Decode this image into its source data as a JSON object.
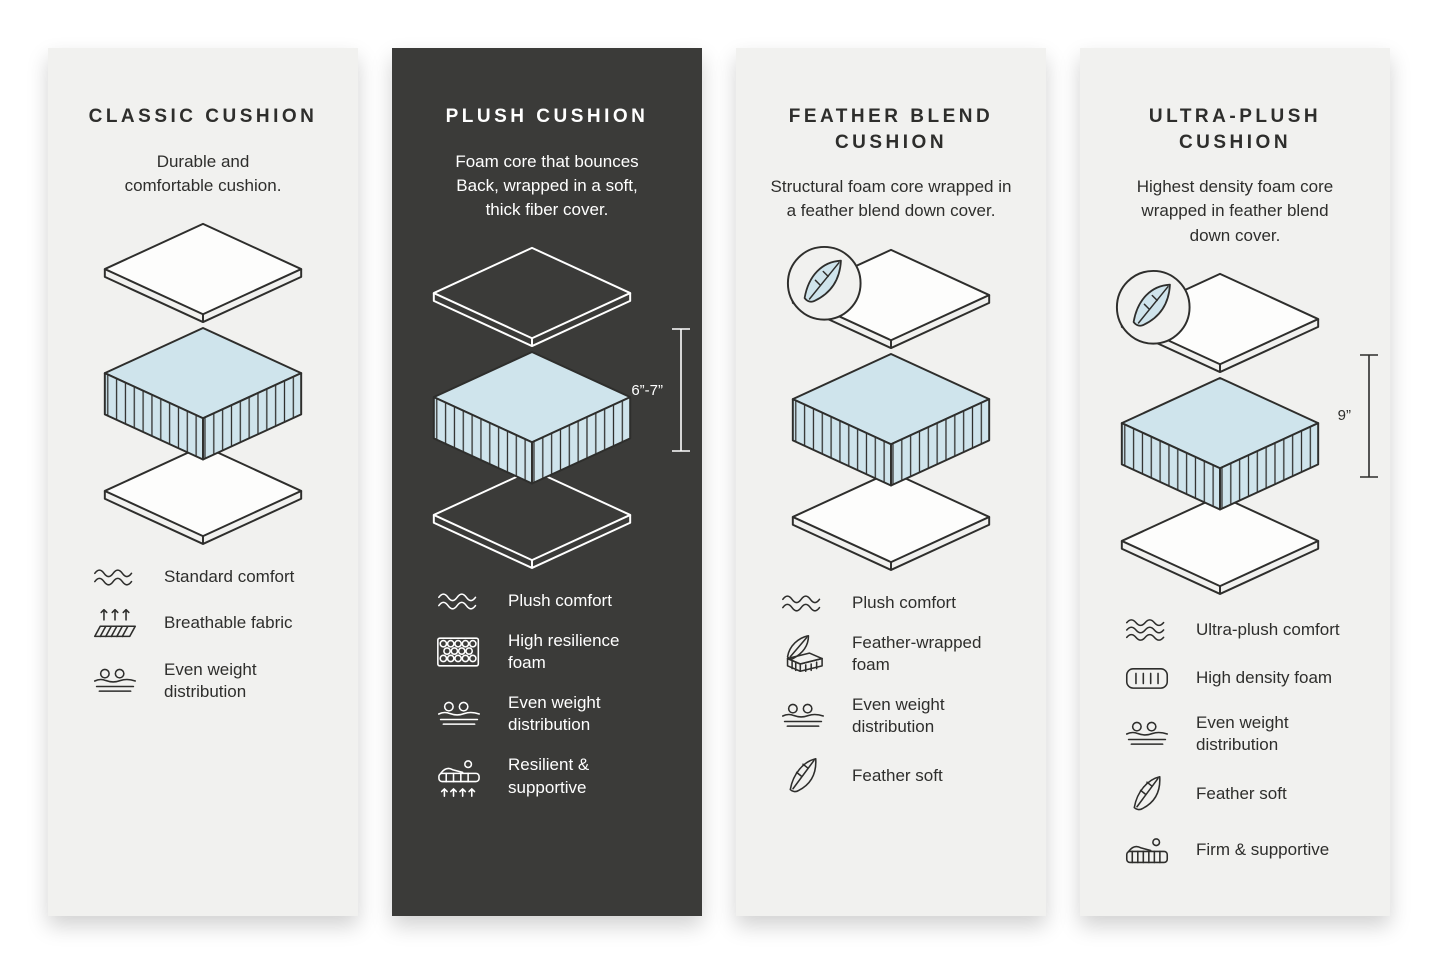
{
  "colors": {
    "page_background": "#ffffff",
    "light_card_background": "#f1f1ef",
    "dark_card_background": "#3b3b39",
    "line_dark": "#2e2e2c",
    "foam_blue": "#cfe4ec",
    "text_light": "#ffffff"
  },
  "cards": [
    {
      "title": "CLASSIC CUSHION",
      "description": "Durable and\ncomfortable cushion.",
      "features": [
        {
          "icon": "waves-icon",
          "label": "Standard comfort"
        },
        {
          "icon": "breathable-fabric-icon",
          "label": "Breathable fabric"
        },
        {
          "icon": "even-weight-icon",
          "label": "Even weight\ndistribution"
        }
      ]
    },
    {
      "title": "PLUSH CUSHION",
      "description": "Foam core that bounces\nBack, wrapped in a soft,\nthick fiber cover.",
      "dimension": "6”-7”",
      "features": [
        {
          "icon": "waves-icon",
          "label": "Plush comfort"
        },
        {
          "icon": "honeycomb-foam-icon",
          "label": "High resilience\nfoam"
        },
        {
          "icon": "even-weight-icon",
          "label": "Even weight\ndistribution"
        },
        {
          "icon": "resilient-supportive-icon",
          "label": "Resilient &\nsupportive"
        }
      ]
    },
    {
      "title": "FEATHER BLEND\nCUSHION",
      "description": "Structural foam core wrapped in\na feather blend down cover.",
      "features": [
        {
          "icon": "waves-icon",
          "label": "Plush comfort"
        },
        {
          "icon": "feather-wrapped-foam-icon",
          "label": "Feather-wrapped\nfoam"
        },
        {
          "icon": "even-weight-icon",
          "label": "Even weight\ndistribution"
        },
        {
          "icon": "feather-icon",
          "label": "Feather soft"
        }
      ]
    },
    {
      "title": "ULTRA-PLUSH\nCUSHION",
      "description": "Highest density foam core\nwrapped in feather blend\ndown cover.",
      "dimension": "9”",
      "features": [
        {
          "icon": "waves-3-icon",
          "label": "Ultra-plush comfort"
        },
        {
          "icon": "high-density-foam-icon",
          "label": "High density foam"
        },
        {
          "icon": "even-weight-icon",
          "label": "Even weight\ndistribution"
        },
        {
          "icon": "feather-icon",
          "label": "Feather soft"
        },
        {
          "icon": "firm-supportive-icon",
          "label": "Firm & supportive"
        }
      ]
    }
  ]
}
